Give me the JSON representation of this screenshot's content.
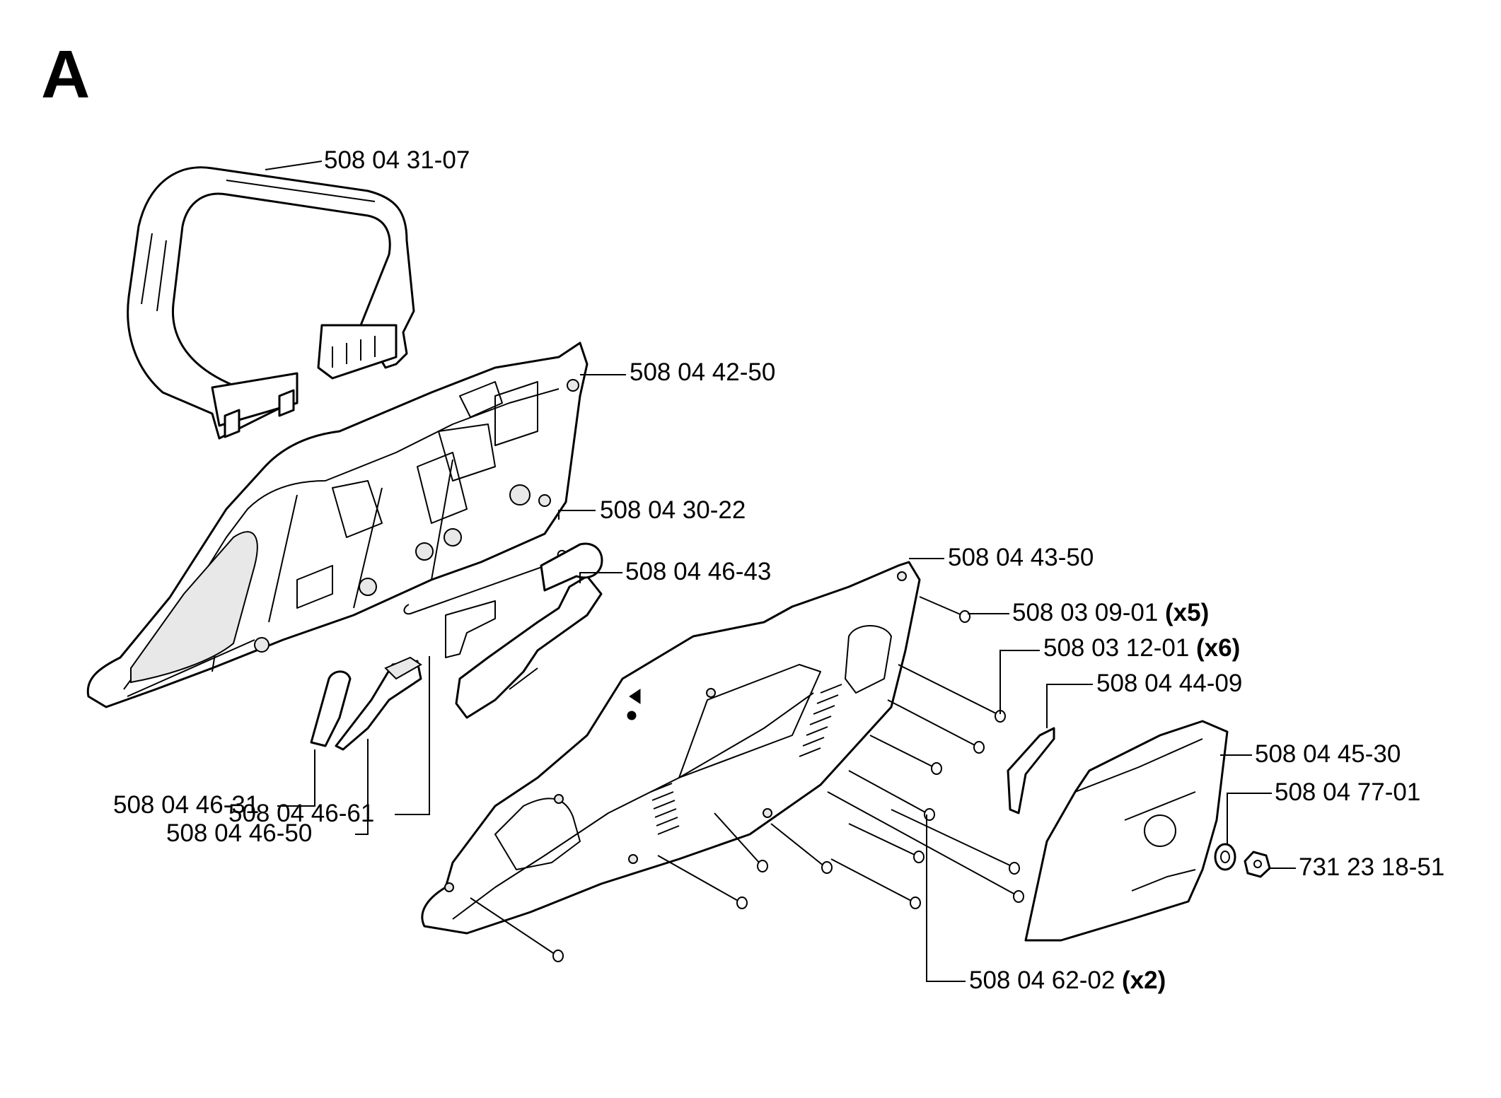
{
  "section": "A",
  "labels": [
    {
      "id": "p1",
      "part": "508 04 31-07",
      "qty": ""
    },
    {
      "id": "p2",
      "part": "508 04 42-50",
      "qty": ""
    },
    {
      "id": "p3",
      "part": "508 04 30-22",
      "qty": ""
    },
    {
      "id": "p4",
      "part": "508 04 46-43",
      "qty": ""
    },
    {
      "id": "p5",
      "part": "508 04 43-50",
      "qty": ""
    },
    {
      "id": "p6",
      "part": "508 03 09-01",
      "qty": "(x5)"
    },
    {
      "id": "p7",
      "part": "508 03 12-01",
      "qty": "(x6)"
    },
    {
      "id": "p8",
      "part": "508 04 44-09",
      "qty": ""
    },
    {
      "id": "p9",
      "part": "508 04 45-30",
      "qty": ""
    },
    {
      "id": "p10",
      "part": "508 04 77-01",
      "qty": ""
    },
    {
      "id": "p11",
      "part": "731 23 18-51",
      "qty": ""
    },
    {
      "id": "p12",
      "part": "508 04 46-31",
      "qty": ""
    },
    {
      "id": "p13",
      "part": "508 04 46-50",
      "qty": ""
    },
    {
      "id": "p14",
      "part": "508 04 46-61",
      "qty": ""
    },
    {
      "id": "p15",
      "part": "508 04 62-02",
      "qty": "(x2)"
    }
  ]
}
